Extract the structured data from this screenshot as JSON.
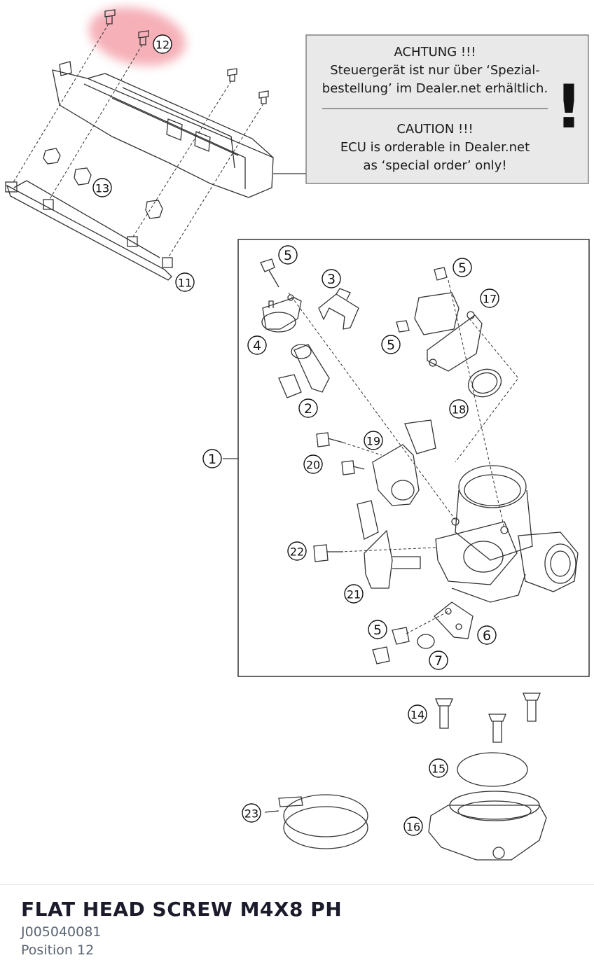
{
  "notice": {
    "german_lines": [
      "ACHTUNG !!!",
      "Steuergerät ist nur über ‘Spezial-",
      "bestellung’ im Dealer.net erhältlich."
    ],
    "english_lines": [
      "CAUTION !!!",
      "ECU is orderable in Dealer.net",
      "as ‘special order’ only!"
    ],
    "mark": "!"
  },
  "callouts": [
    "1",
    "2",
    "3",
    "4",
    "5",
    "5",
    "5",
    "5",
    "6",
    "7",
    "11",
    "12",
    "13",
    "14",
    "15",
    "16",
    "17",
    "18",
    "19",
    "20",
    "21",
    "22",
    "23"
  ],
  "highlight": {
    "part": "12",
    "color": "#f4a3ac"
  },
  "part": {
    "name": "FLAT HEAD SCREW M4X8 PH",
    "number": "J005040081",
    "position_label": "Position 12"
  }
}
